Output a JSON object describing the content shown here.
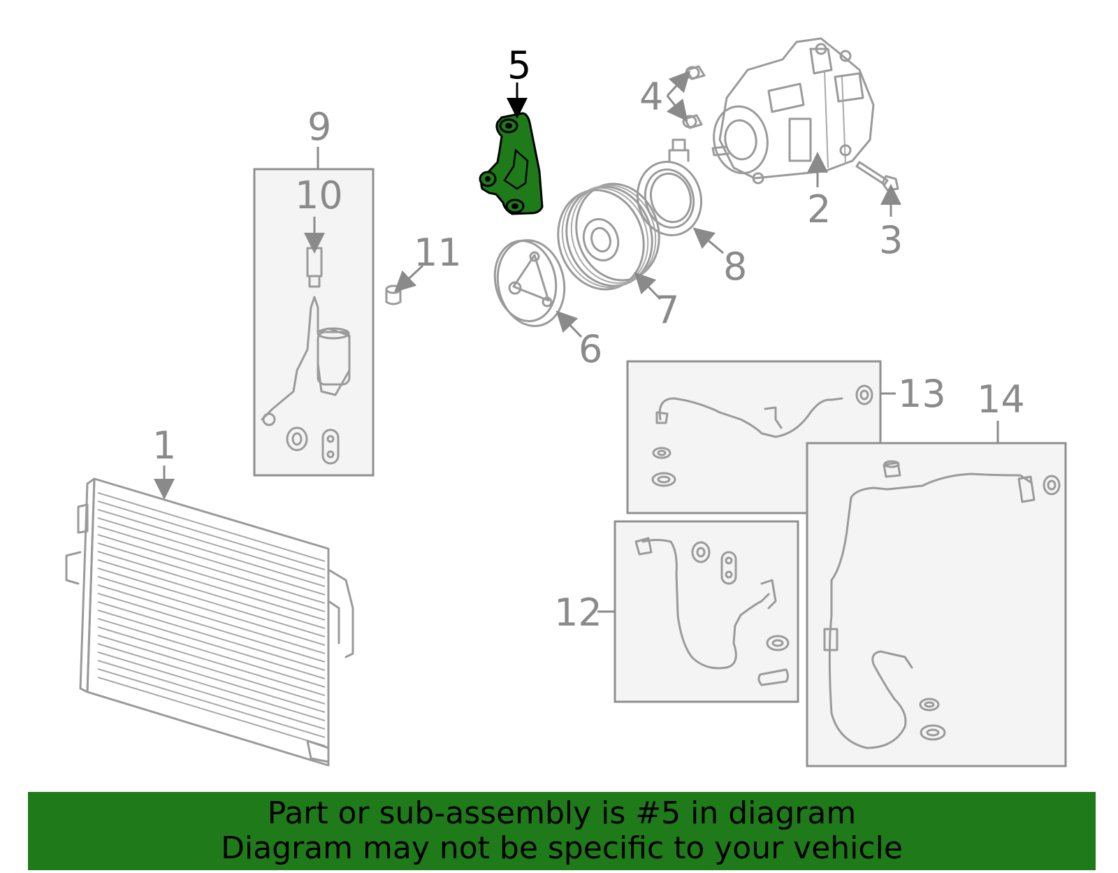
{
  "callouts": {
    "c1": "1",
    "c2": "2",
    "c3": "3",
    "c4": "4",
    "c5": "5",
    "c6": "6",
    "c7": "7",
    "c8": "8",
    "c9": "9",
    "c10": "10",
    "c11": "11",
    "c12": "12",
    "c13": "13",
    "c14": "14"
  },
  "highlight": {
    "part": "5",
    "color": "#1f7a1a"
  },
  "banner": {
    "line1": "Part or sub-assembly is #5 in diagram",
    "line2": "Diagram may not be specific to your vehicle",
    "color": "#1f7a1a"
  }
}
